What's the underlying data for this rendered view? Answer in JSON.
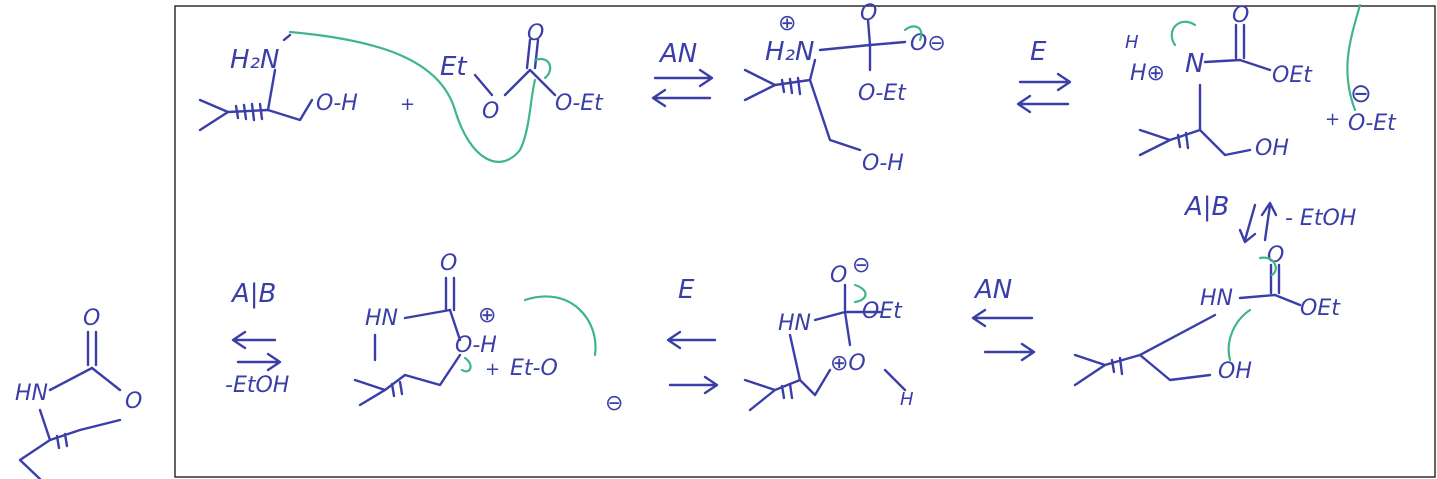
{
  "steps": {
    "s1_forward": "AN",
    "s2_forward": "E",
    "s3_vertical": "A|B",
    "s3_side": "- EtOH",
    "s4_label": "AN",
    "s5_label": "E",
    "s6_label": "A|B",
    "s6_side": "-EtOH"
  },
  "molecules": {
    "aminoalcohol": {
      "amine": "H₂N",
      "oh": "O-H"
    },
    "plus1": "+",
    "carbonate": {
      "left": "Et",
      "o1": "O",
      "co": "O",
      "o2": "O-Et"
    },
    "tetra1": {
      "plus": "⊕",
      "amine": "H₂N",
      "o_top": "O",
      "o_minus": "O⊖",
      "oet": "O-Et",
      "oh": "O-H"
    },
    "carbamate1": {
      "h": "H",
      "hplus": "H⊕",
      "n": "N",
      "co": "O",
      "oet": "OEt",
      "plus": "+",
      "leaving": "O-Et",
      "minus": "⊖",
      "oh": "OH"
    },
    "carbamate2": {
      "hn": "HN",
      "co": "O",
      "oet": "OEt",
      "oh": "OH"
    },
    "tetra2": {
      "o": "O",
      "minus": "⊖",
      "hn": "HN",
      "oet": "OEt",
      "oplus": "⊕O",
      "h": "H"
    },
    "cyclic_plus": {
      "o": "O",
      "hn": "HN",
      "plus": "⊕",
      "oh": "O-H",
      "plus_sign": "+",
      "ethoxide": "Et-O",
      "minus": "⊖"
    },
    "product": {
      "o": "O",
      "hn": "HN",
      "ring_o": "O"
    }
  }
}
